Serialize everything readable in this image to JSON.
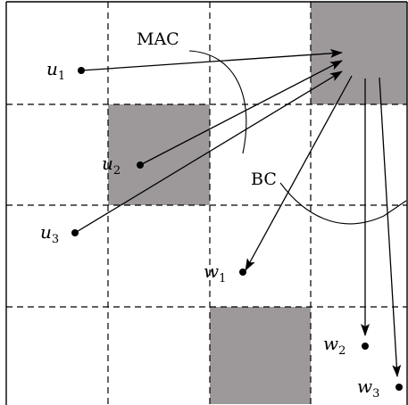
{
  "colors": {
    "shade": "#9d999b",
    "ink": "#000000",
    "background": "#ffffff"
  },
  "labels": {
    "mac": "MAC",
    "bc": "BC",
    "u1": {
      "base": "u",
      "sub": "1"
    },
    "u2": {
      "base": "u",
      "sub": "2"
    },
    "u3": {
      "base": "u",
      "sub": "3"
    },
    "w1": {
      "base": "w",
      "sub": "1"
    },
    "w2": {
      "base": "w",
      "sub": "2"
    },
    "w3": {
      "base": "w",
      "sub": "3"
    }
  }
}
